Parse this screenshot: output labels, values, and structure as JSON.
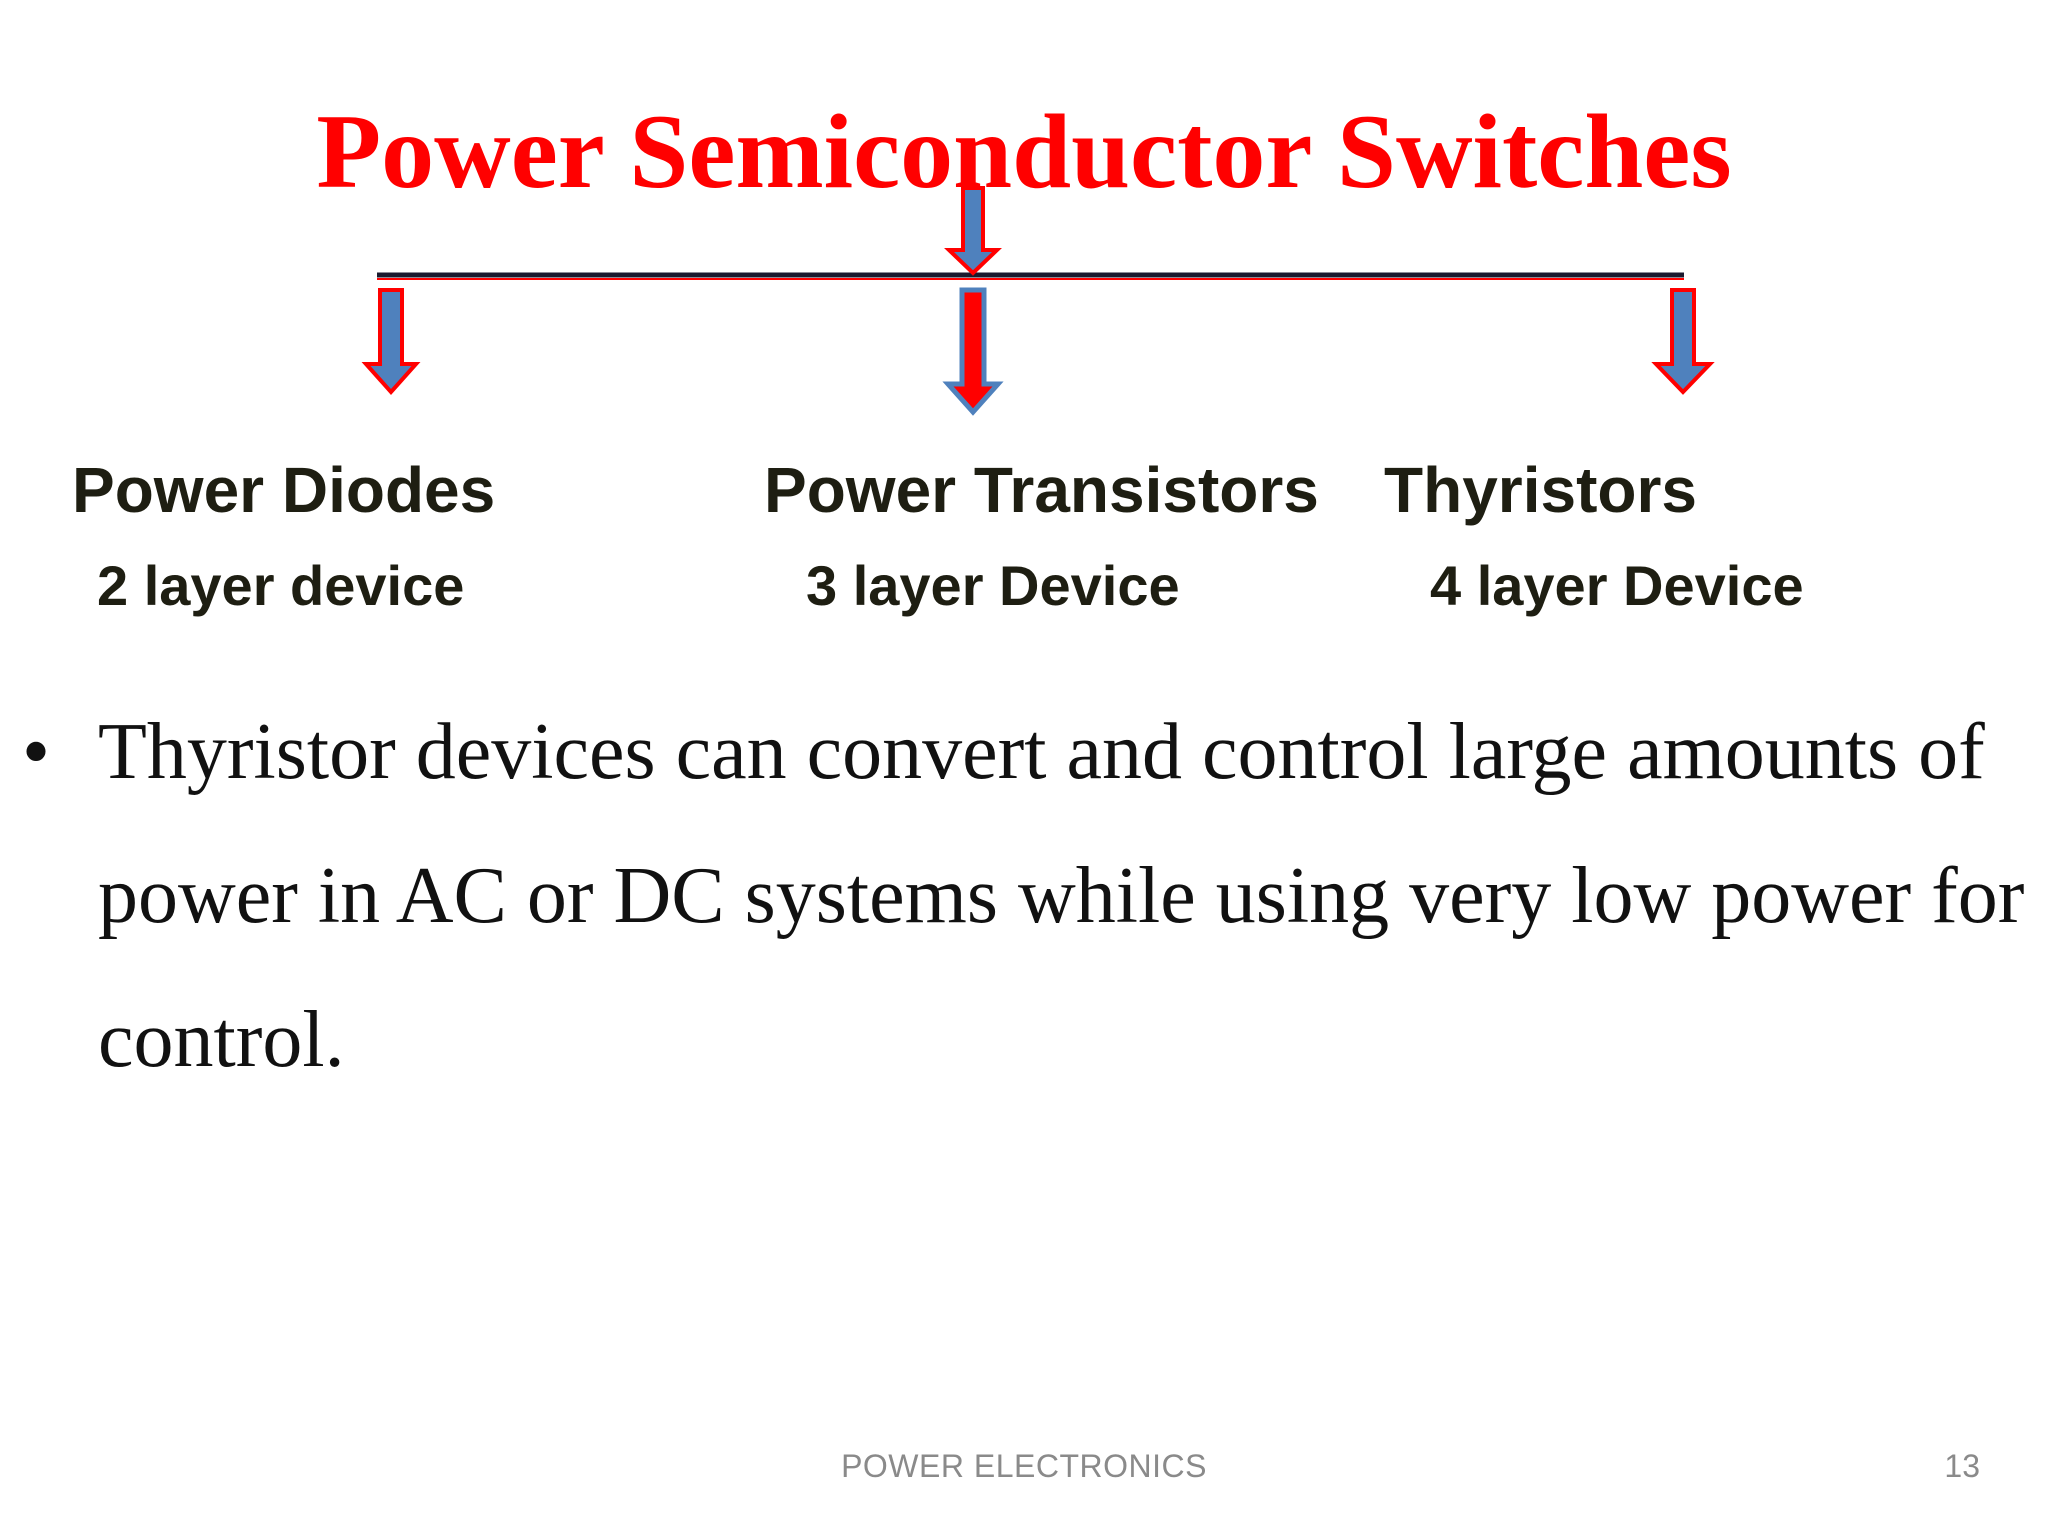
{
  "slide": {
    "title": "Power Semiconductor Switches",
    "title_color": "#ff0000",
    "branches": [
      {
        "name": "Power Diodes",
        "layers": "2 layer device"
      },
      {
        "name": "Power Transistors",
        "layers": "3 layer Device"
      },
      {
        "name": "Thyristors",
        "layers": "4 layer Device"
      }
    ],
    "arrow_colors": {
      "fill": "#4f81bd",
      "outline": "#ff0000",
      "line": "#1a1a2e"
    },
    "bullet": "Thyristor devices can convert and control large amounts of power in AC or DC systems while using very low power for control.",
    "footer": "POWER ELECTRONICS",
    "page_number": "13"
  }
}
